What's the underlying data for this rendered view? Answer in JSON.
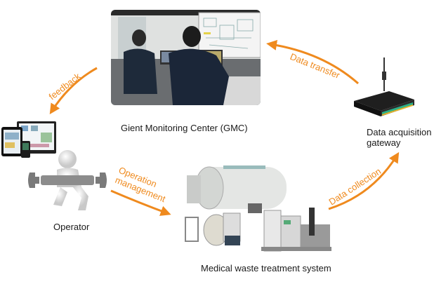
{
  "nodes": {
    "gmc": {
      "label": "Gient Monitoring Center (GMC)",
      "image": "control-room-photo"
    },
    "gateway": {
      "label_line1": "Data acquisition",
      "label_line2": "gateway",
      "image": "gateway-router"
    },
    "devices": {
      "image": "tablet-phone-monitor"
    },
    "operator": {
      "label": "Operator",
      "image": "operator-with-wrench"
    },
    "system": {
      "label": "Medical waste treatment system",
      "image": "treatment-equipment"
    }
  },
  "flows": {
    "feedback": "feedback",
    "data_transfer": "Data transfer",
    "operation_line1": "Operation",
    "operation_line2": "management",
    "data_collection": "Data collection"
  },
  "colors": {
    "accent": "#ef8a1e",
    "text": "#1a1a1a"
  }
}
